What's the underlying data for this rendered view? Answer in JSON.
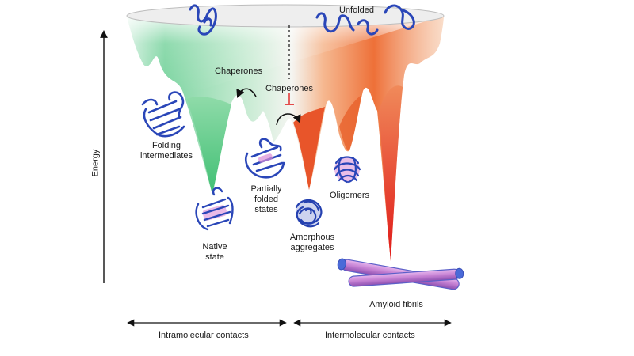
{
  "labels": {
    "energy": "Energy",
    "unfolded": "Unfolded",
    "chaperones_left": "Chaperones",
    "chaperones_center": "Chaperones",
    "folding_intermediates": "Folding\nintermediates",
    "partially_folded_states": "Partially\nfolded\nstates",
    "oligomers": "Oligomers",
    "native_state": "Native\nstate",
    "amorphous_aggregates": "Amorphous\naggregates",
    "amyloid_fibrils": "Amyloid fibrils",
    "intramolecular_contacts": "Intramolecular contacts",
    "intermolecular_contacts": "Intermolecular contacts"
  },
  "colors": {
    "funnel_green": "#5cc98a",
    "funnel_orange": "#f07b3a",
    "funnel_red": "#e02020",
    "protein_blue": "#2a46b8",
    "protein_pink": "#d98bd6",
    "arrow": "#111111",
    "inhibit": "#e02020"
  }
}
